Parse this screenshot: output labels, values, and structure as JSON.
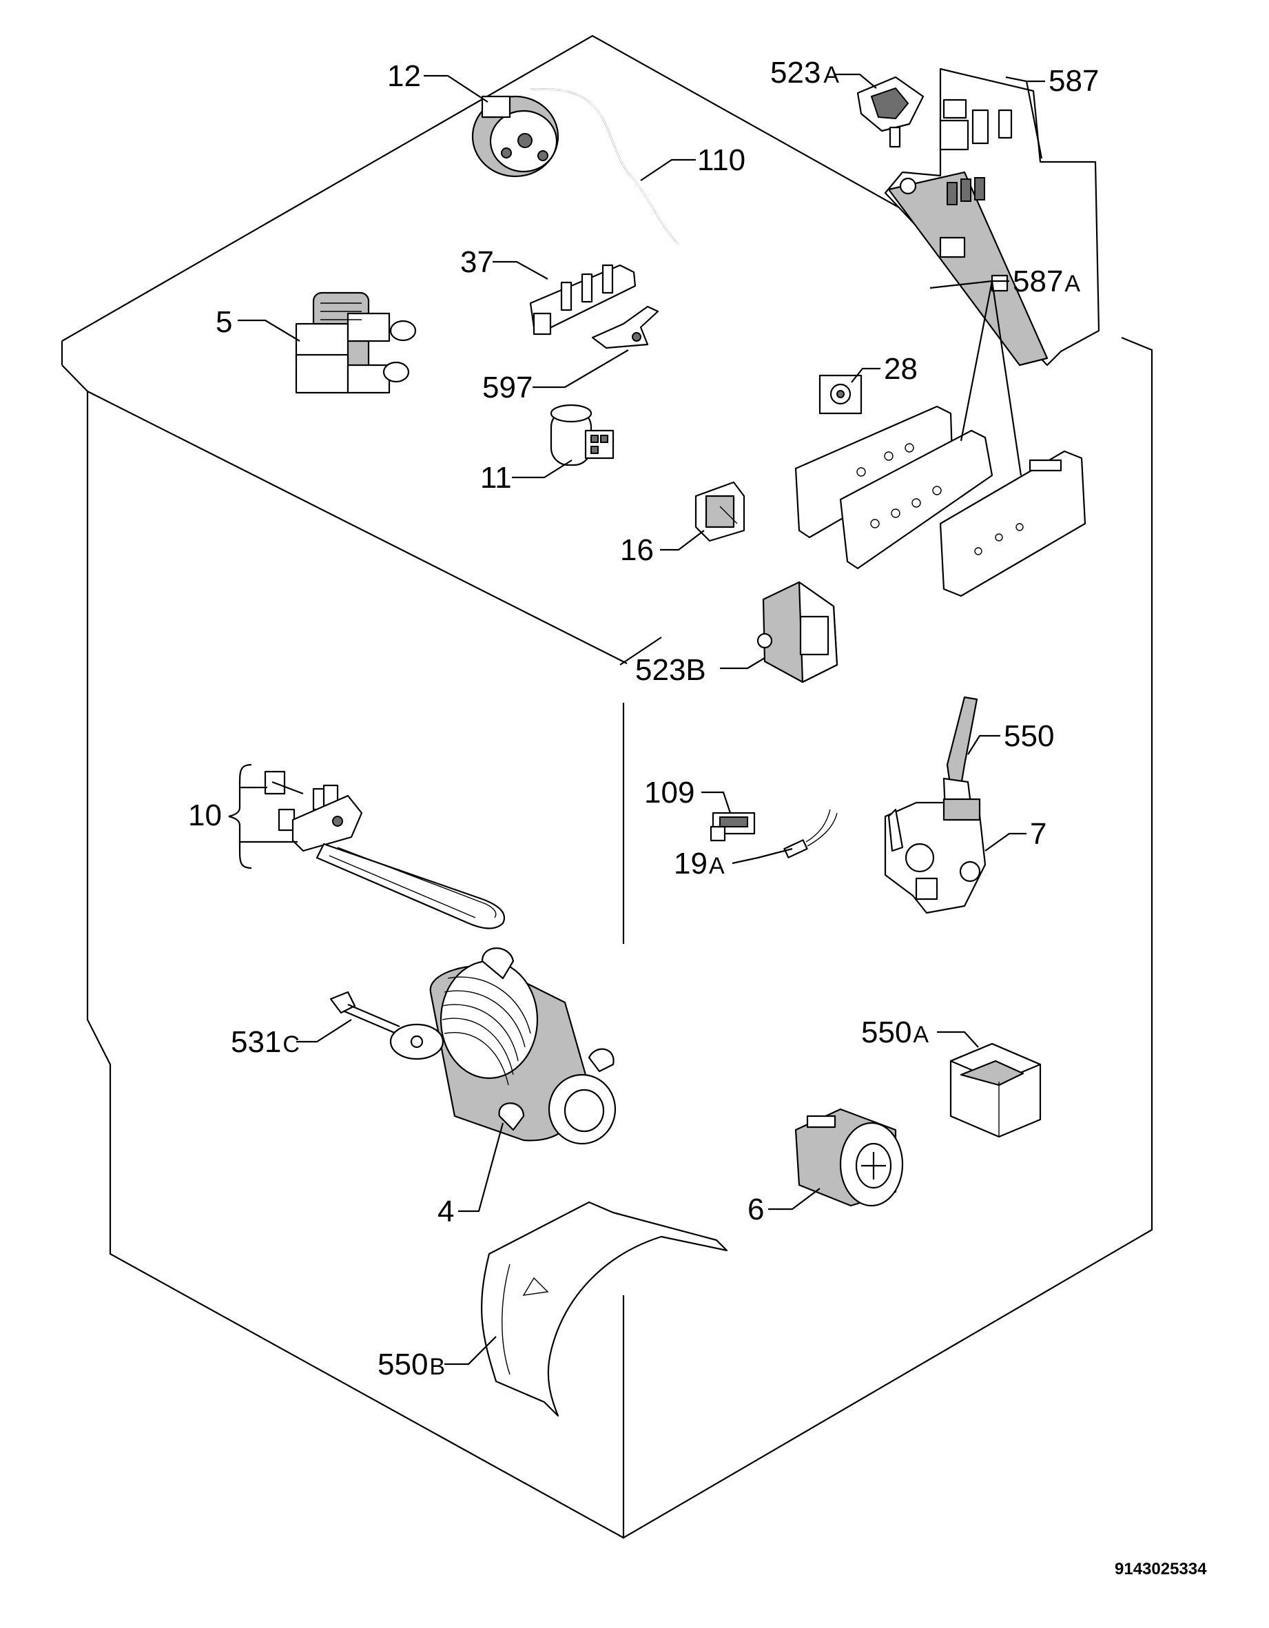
{
  "diagram": {
    "document_code": "9143025334",
    "parts": [
      {
        "id": "p12",
        "number": "12",
        "suffix": ""
      },
      {
        "id": "p110",
        "number": "110",
        "suffix": ""
      },
      {
        "id": "p523a",
        "number": "523",
        "suffix": "A"
      },
      {
        "id": "p587",
        "number": "587",
        "suffix": ""
      },
      {
        "id": "p37",
        "number": "37",
        "suffix": ""
      },
      {
        "id": "p5",
        "number": "5",
        "suffix": ""
      },
      {
        "id": "p597",
        "number": "597",
        "suffix": ""
      },
      {
        "id": "p28",
        "number": "28",
        "suffix": ""
      },
      {
        "id": "p587a",
        "number": "587",
        "suffix": "A"
      },
      {
        "id": "p11",
        "number": "11",
        "suffix": ""
      },
      {
        "id": "p16",
        "number": "16",
        "suffix": ""
      },
      {
        "id": "p523b",
        "number": "523B",
        "suffix": ""
      },
      {
        "id": "p550",
        "number": "550",
        "suffix": ""
      },
      {
        "id": "p109",
        "number": "109",
        "suffix": ""
      },
      {
        "id": "p10",
        "number": "10",
        "suffix": ""
      },
      {
        "id": "p19a",
        "number": "19",
        "suffix": "A"
      },
      {
        "id": "p7",
        "number": "7",
        "suffix": ""
      },
      {
        "id": "p531c",
        "number": "531",
        "suffix": "C"
      },
      {
        "id": "p550a",
        "number": "550",
        "suffix": "A"
      },
      {
        "id": "p4",
        "number": "4",
        "suffix": ""
      },
      {
        "id": "p6",
        "number": "6",
        "suffix": ""
      },
      {
        "id": "p550b",
        "number": "550",
        "suffix": "B"
      }
    ]
  }
}
